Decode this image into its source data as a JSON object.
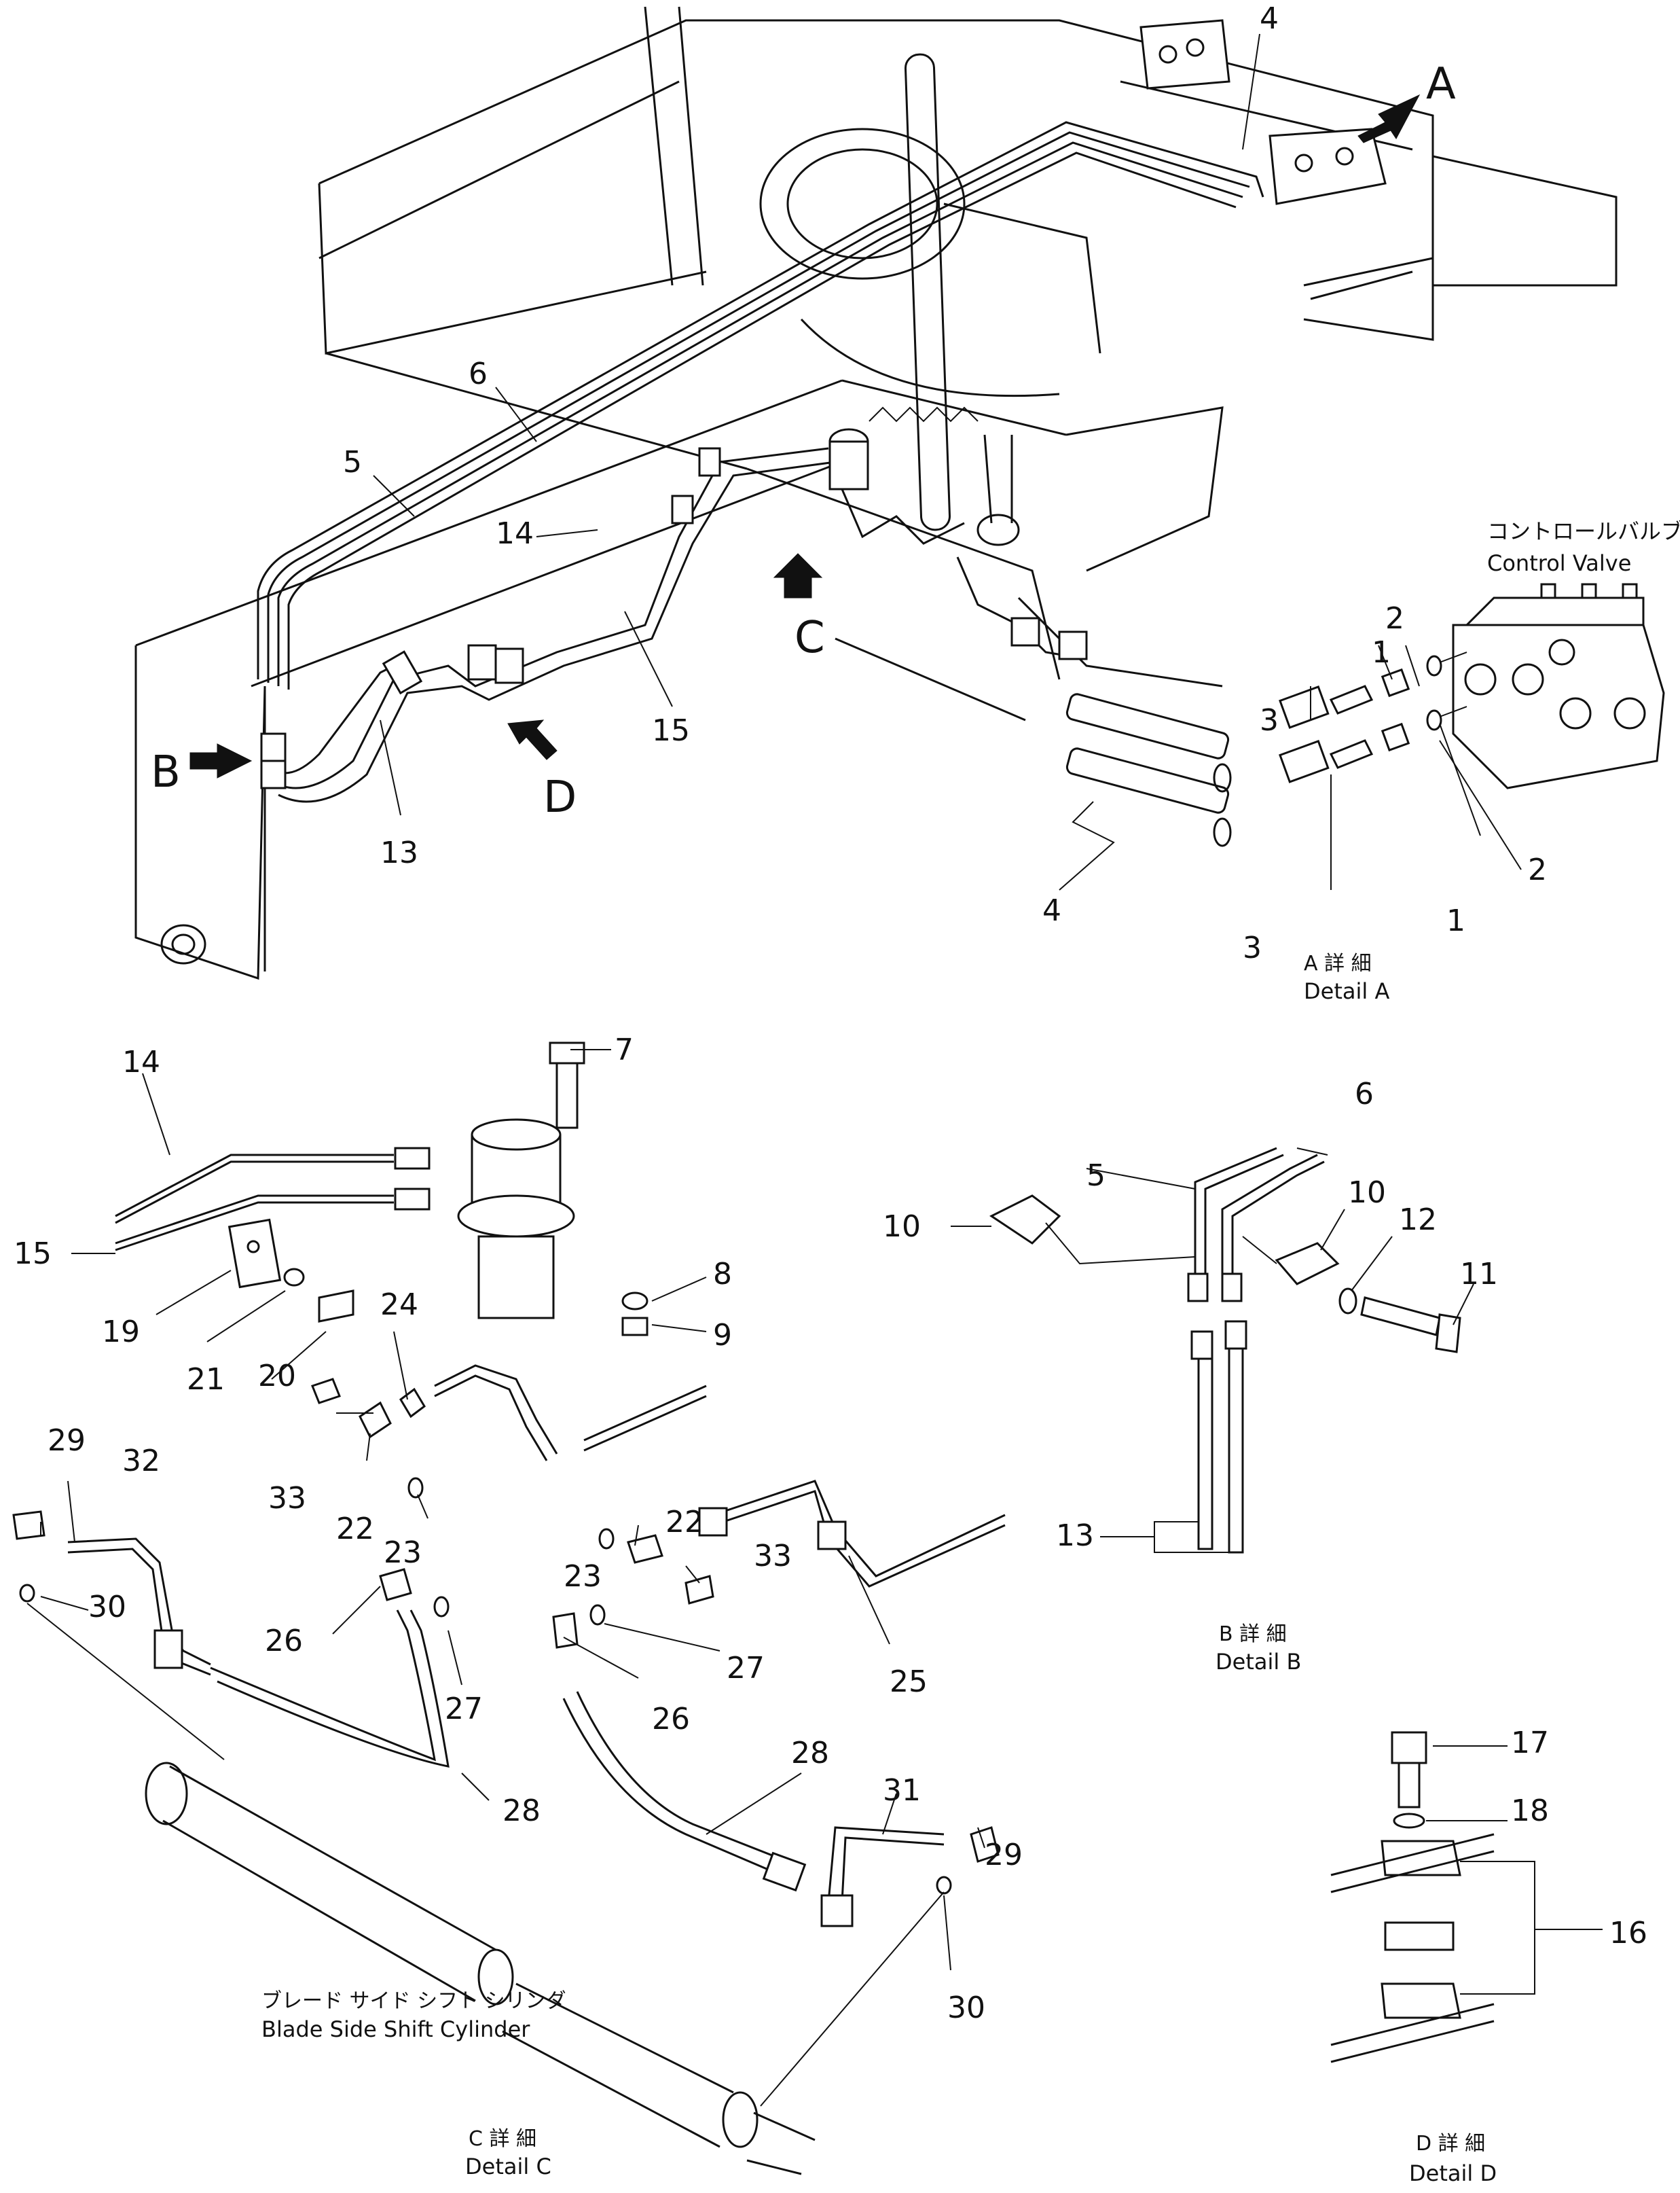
{
  "callouts": {
    "n1a": "1",
    "n1b": "1",
    "n2a": "2",
    "n2b": "2",
    "n3a": "3",
    "n3b": "3",
    "n4top": "4",
    "n4det": "4",
    "n5top": "5",
    "n5det": "5",
    "n6top": "6",
    "n6det": "6",
    "n7": "7",
    "n8": "8",
    "n9": "9",
    "n10a": "10",
    "n10b": "10",
    "n11": "11",
    "n12": "12",
    "n13top": "13",
    "n13det": "13",
    "n14top": "14",
    "n14det": "14",
    "n15top": "15",
    "n15det": "15",
    "n16": "16",
    "n17": "17",
    "n18": "18",
    "n19": "19",
    "n20": "20",
    "n21": "21",
    "n22a": "22",
    "n22b": "22",
    "n23a": "23",
    "n23b": "23",
    "n24": "24",
    "n25": "25",
    "n26a": "26",
    "n26b": "26",
    "n27a": "27",
    "n27b": "27",
    "n28a": "28",
    "n28b": "28",
    "n29a": "29",
    "n29b": "29",
    "n30a": "30",
    "n30b": "30",
    "n31": "31",
    "n32": "32",
    "n33a": "33",
    "n33b": "33"
  },
  "view_letters": {
    "a": "A",
    "b": "B",
    "c": "C",
    "d": "D"
  },
  "captions": {
    "control_valve_jp": "コントロールバルブ",
    "control_valve_en": "Control Valve",
    "detail_a_jp": "A 詳 細",
    "detail_a_en": "Detail A",
    "detail_b_jp": "B 詳 細",
    "detail_b_en": "Detail B",
    "detail_c_jp": "C 詳 細",
    "detail_c_en": "Detail C",
    "detail_d_jp": "D 詳 細",
    "detail_d_en": "Detail D",
    "cylinder_jp": "ブレード サイド シフト シリンダ",
    "cylinder_en": "Blade Side Shift Cylinder"
  }
}
